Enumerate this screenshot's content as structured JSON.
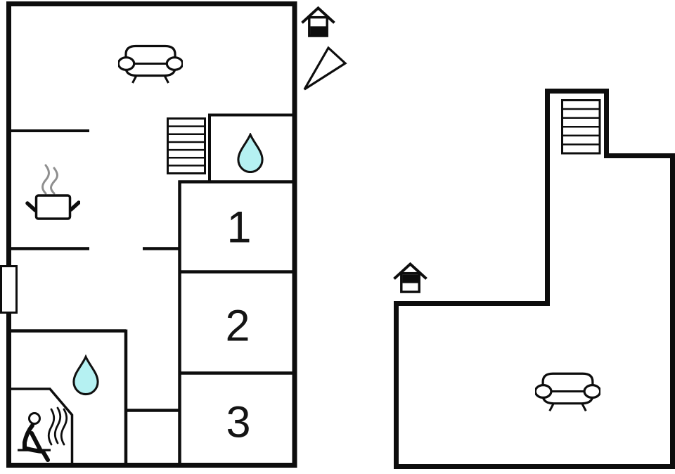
{
  "floor_plan": {
    "ground_floor": {
      "room_labels": [
        "1",
        "2",
        "3"
      ],
      "icons": [
        "sofa-icon",
        "stairs-icon",
        "water-drop-icon",
        "cooking-pot-icon",
        "sauna-person-icon",
        "window-marker",
        "entrance-house-icon",
        "north-arrow-icon"
      ]
    },
    "upper_floor": {
      "icons": [
        "stairs-icon",
        "entrance-house-icon",
        "sofa-icon"
      ]
    }
  },
  "colors": {
    "wall": "#0d0d0d",
    "background": "#ffffff",
    "water_drop_fill": "#b5f1f2",
    "steam_gray": "#8f8f8f"
  }
}
